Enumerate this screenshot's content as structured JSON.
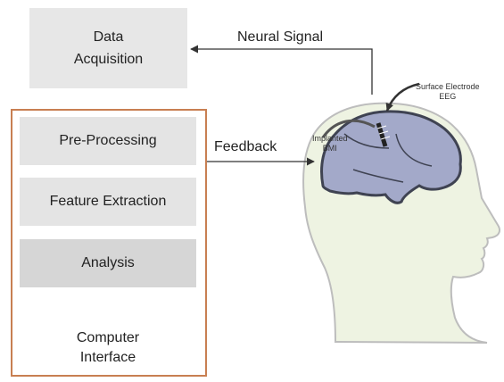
{
  "data_acquisition": {
    "line1": "Data",
    "line2": "Acquisition"
  },
  "computer_interface": {
    "steps": [
      "Pre-Processing",
      "Feature Extraction",
      "Analysis"
    ],
    "label_line1": "Computer",
    "label_line2": "Interface"
  },
  "signals": {
    "neural": "Neural Signal",
    "feedback": "Feedback"
  },
  "head": {
    "surface_line1": "Surface Electrode",
    "surface_line2": "EEG",
    "implant_line1": "Implanted",
    "implant_line2": "BMI"
  },
  "colors": {
    "panel_border": "#c87f52",
    "box_fill": "#e7e7e7",
    "analysis_fill": "#d6d6d6",
    "head_fill": "#eef3e2",
    "brain_fill": "#a3a9c9",
    "brain_outline": "#3f4352",
    "arrow": "#333333"
  }
}
